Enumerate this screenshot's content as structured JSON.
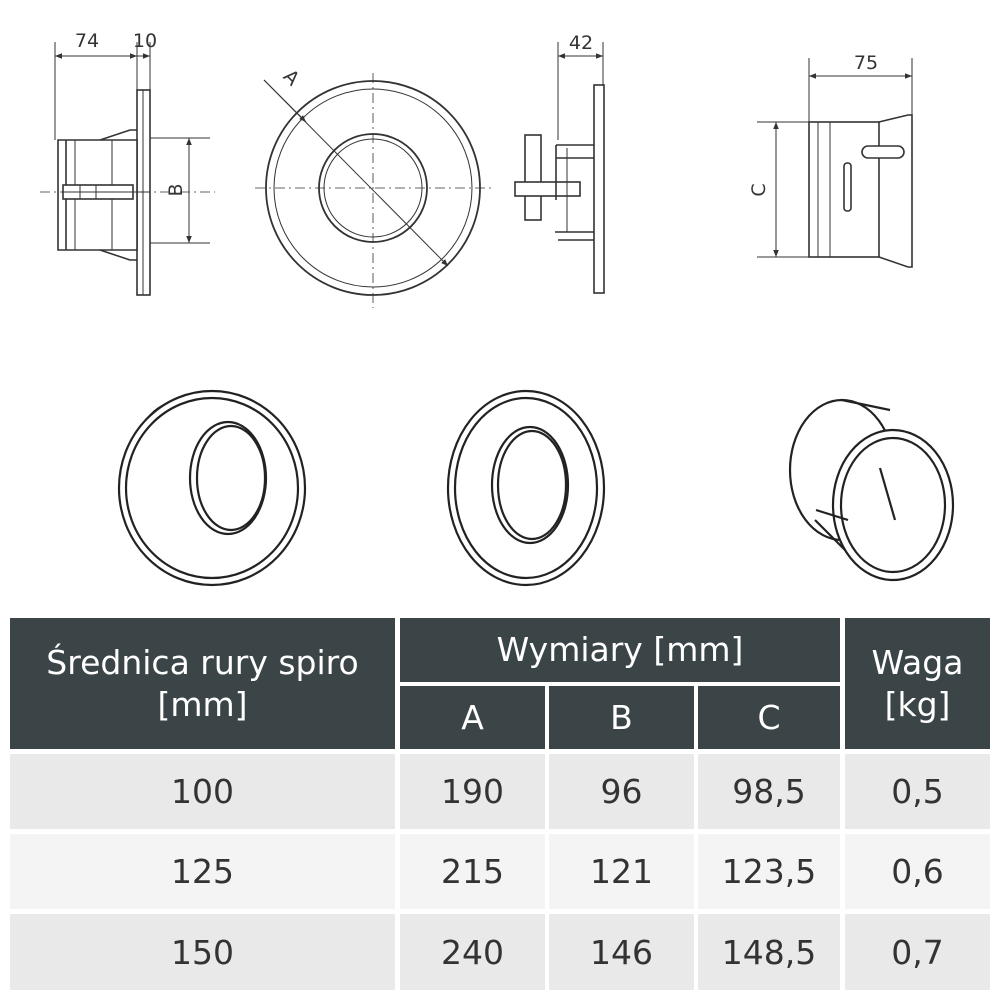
{
  "drawings": {
    "dimensions": {
      "d74": "74",
      "d10": "10",
      "d42": "42",
      "d75": "75",
      "A": "A",
      "B": "B",
      "C": "C"
    }
  },
  "table": {
    "header": {
      "diameter_line1": "Średnica rury spiro",
      "diameter_line2": "[mm]",
      "dimensions": "Wymiary [mm]",
      "weight_line1": "Waga",
      "weight_line2": "[kg]",
      "col_a": "A",
      "col_b": "B",
      "col_c": "C"
    },
    "rows": [
      {
        "diameter": "100",
        "a": "190",
        "b": "96",
        "c": "98,5",
        "weight": "0,5"
      },
      {
        "diameter": "125",
        "a": "215",
        "b": "121",
        "c": "123,5",
        "weight": "0,6"
      },
      {
        "diameter": "150",
        "a": "240",
        "b": "146",
        "c": "148,5",
        "weight": "0,7"
      }
    ]
  }
}
